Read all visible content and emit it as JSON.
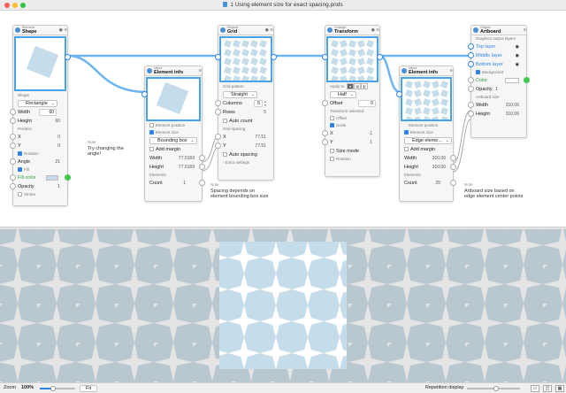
{
  "window": {
    "title": "1 Using element size for exact spacing.pnds"
  },
  "nodes": {
    "shape": {
      "type": "Element",
      "name": "Shape",
      "shape_label": "Shape",
      "shape_value": "Rectangle",
      "width_label": "Width",
      "width_value": "60",
      "height_label": "Height",
      "height_value": "60",
      "position_label": "Position",
      "x_label": "X",
      "x_value": "0",
      "y_label": "Y",
      "y_value": "0",
      "rotation_label": "Rotation",
      "angle_label": "Angle",
      "angle_value": "21",
      "fill_label": "Fill",
      "fill_color_label": "Fill color",
      "opacity_label": "Opacity",
      "opacity_value": "1",
      "stroke_label": "Stroke"
    },
    "element_info_1": {
      "type": "Value",
      "name": "Element info",
      "position_label": "Element position",
      "size_label": "Element size",
      "mode_value": "Bounding box",
      "margin_label": "Add margin",
      "width_label": "Width",
      "width_value": "77.5169",
      "height_label": "Height",
      "height_value": "77.5169",
      "elements_label": "Elements",
      "count_label": "Count",
      "count_value": "1"
    },
    "grid": {
      "type": "Repeat",
      "name": "Grid",
      "pattern_label": "Grid pattern",
      "pattern_value": "Straight",
      "columns_label": "Columns",
      "columns_value": "5",
      "rows_label": "Rows",
      "rows_value": "5",
      "auto_count_label": "Auto count",
      "spacing_label": "Grid spacing",
      "x_label": "X",
      "x_value": "77.51",
      "y_label": "Y",
      "y_value": "77.51",
      "auto_spacing_label": "Auto spacing",
      "extra_label": "Extra settings"
    },
    "transform": {
      "type": "Change",
      "name": "Transform",
      "apply_label": "Apply to",
      "mode_value": "Half",
      "offset_label": "Offset",
      "offset_value": "0",
      "selected_label": "Transform selected",
      "offset_chk_label": "Offset",
      "scale_label": "Scale",
      "x_label": "X",
      "x_value": "-1",
      "y_label": "Y",
      "y_value": "1",
      "size_mode_label": "Size mode",
      "rotation_label": "Rotation"
    },
    "element_info_2": {
      "type": "Value",
      "name": "Element info",
      "position_label": "Element position",
      "size_label": "Element size",
      "mode_value": "Edge eleme...",
      "margin_label": "Add margin",
      "width_label": "Width",
      "width_value": "310.06",
      "height_label": "Height",
      "height_value": "310.06",
      "elements_label": "Elements",
      "count_label": "Count",
      "count_value": "25"
    },
    "artboard": {
      "type": "Output",
      "name": "Artboard",
      "layers_label": "Graphics output layers",
      "layer_top": "Top layer",
      "layer_middle": "Middle layer",
      "layer_bottom": "Bottom layer",
      "background_label": "Background",
      "color_label": "Color",
      "opacity_label": "Opacity",
      "opacity_value": "1",
      "size_label": "Artboard size",
      "width_label": "Width",
      "width_value": "310.06",
      "height_label": "Height",
      "height_value": "310.06"
    }
  },
  "notes": {
    "note1": {
      "label": "Note",
      "line1": "Try changing the",
      "line2": "angle!"
    },
    "note2": {
      "label": "Note",
      "line1": "Spacing depends on",
      "line2": "element bounding box size"
    },
    "note3": {
      "label": "Note",
      "line1": "Artboard size based on",
      "line2": "edge element center points"
    }
  },
  "footer": {
    "zoom_label": "Zoom",
    "zoom_value": "100%",
    "fit_label": "Fit",
    "repetition_label": "Repetition display"
  },
  "colors": {
    "accent": "#4aa3e8",
    "wire": "#6fb4ee",
    "pattern_a": "#b9c7cf",
    "pattern_b": "#e4e4e4",
    "artboard_tile": "#c5dcea"
  },
  "icons": [
    "eye-icon",
    "gear-icon",
    "chevron-down-icon",
    "checkbox-icon",
    "port-icon"
  ]
}
